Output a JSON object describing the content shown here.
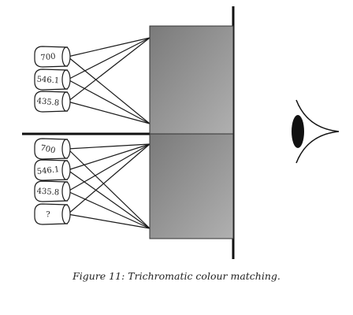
{
  "caption": "Figure 11:  Trichromatic colour matching.",
  "upper_lamps": [
    {
      "label": "700"
    },
    {
      "label": "546.1"
    },
    {
      "label": "435.8"
    }
  ],
  "lower_lamps": [
    {
      "label": "700"
    },
    {
      "label": "546.1"
    },
    {
      "label": "435.8"
    },
    {
      "label": "?"
    }
  ],
  "colors": {
    "line": "#1a1a1a",
    "screen_dark": "#7a7a7a",
    "screen_light": "#b0b0b0",
    "pupil": "#111111"
  },
  "icons": {
    "eye": "eye-icon"
  }
}
